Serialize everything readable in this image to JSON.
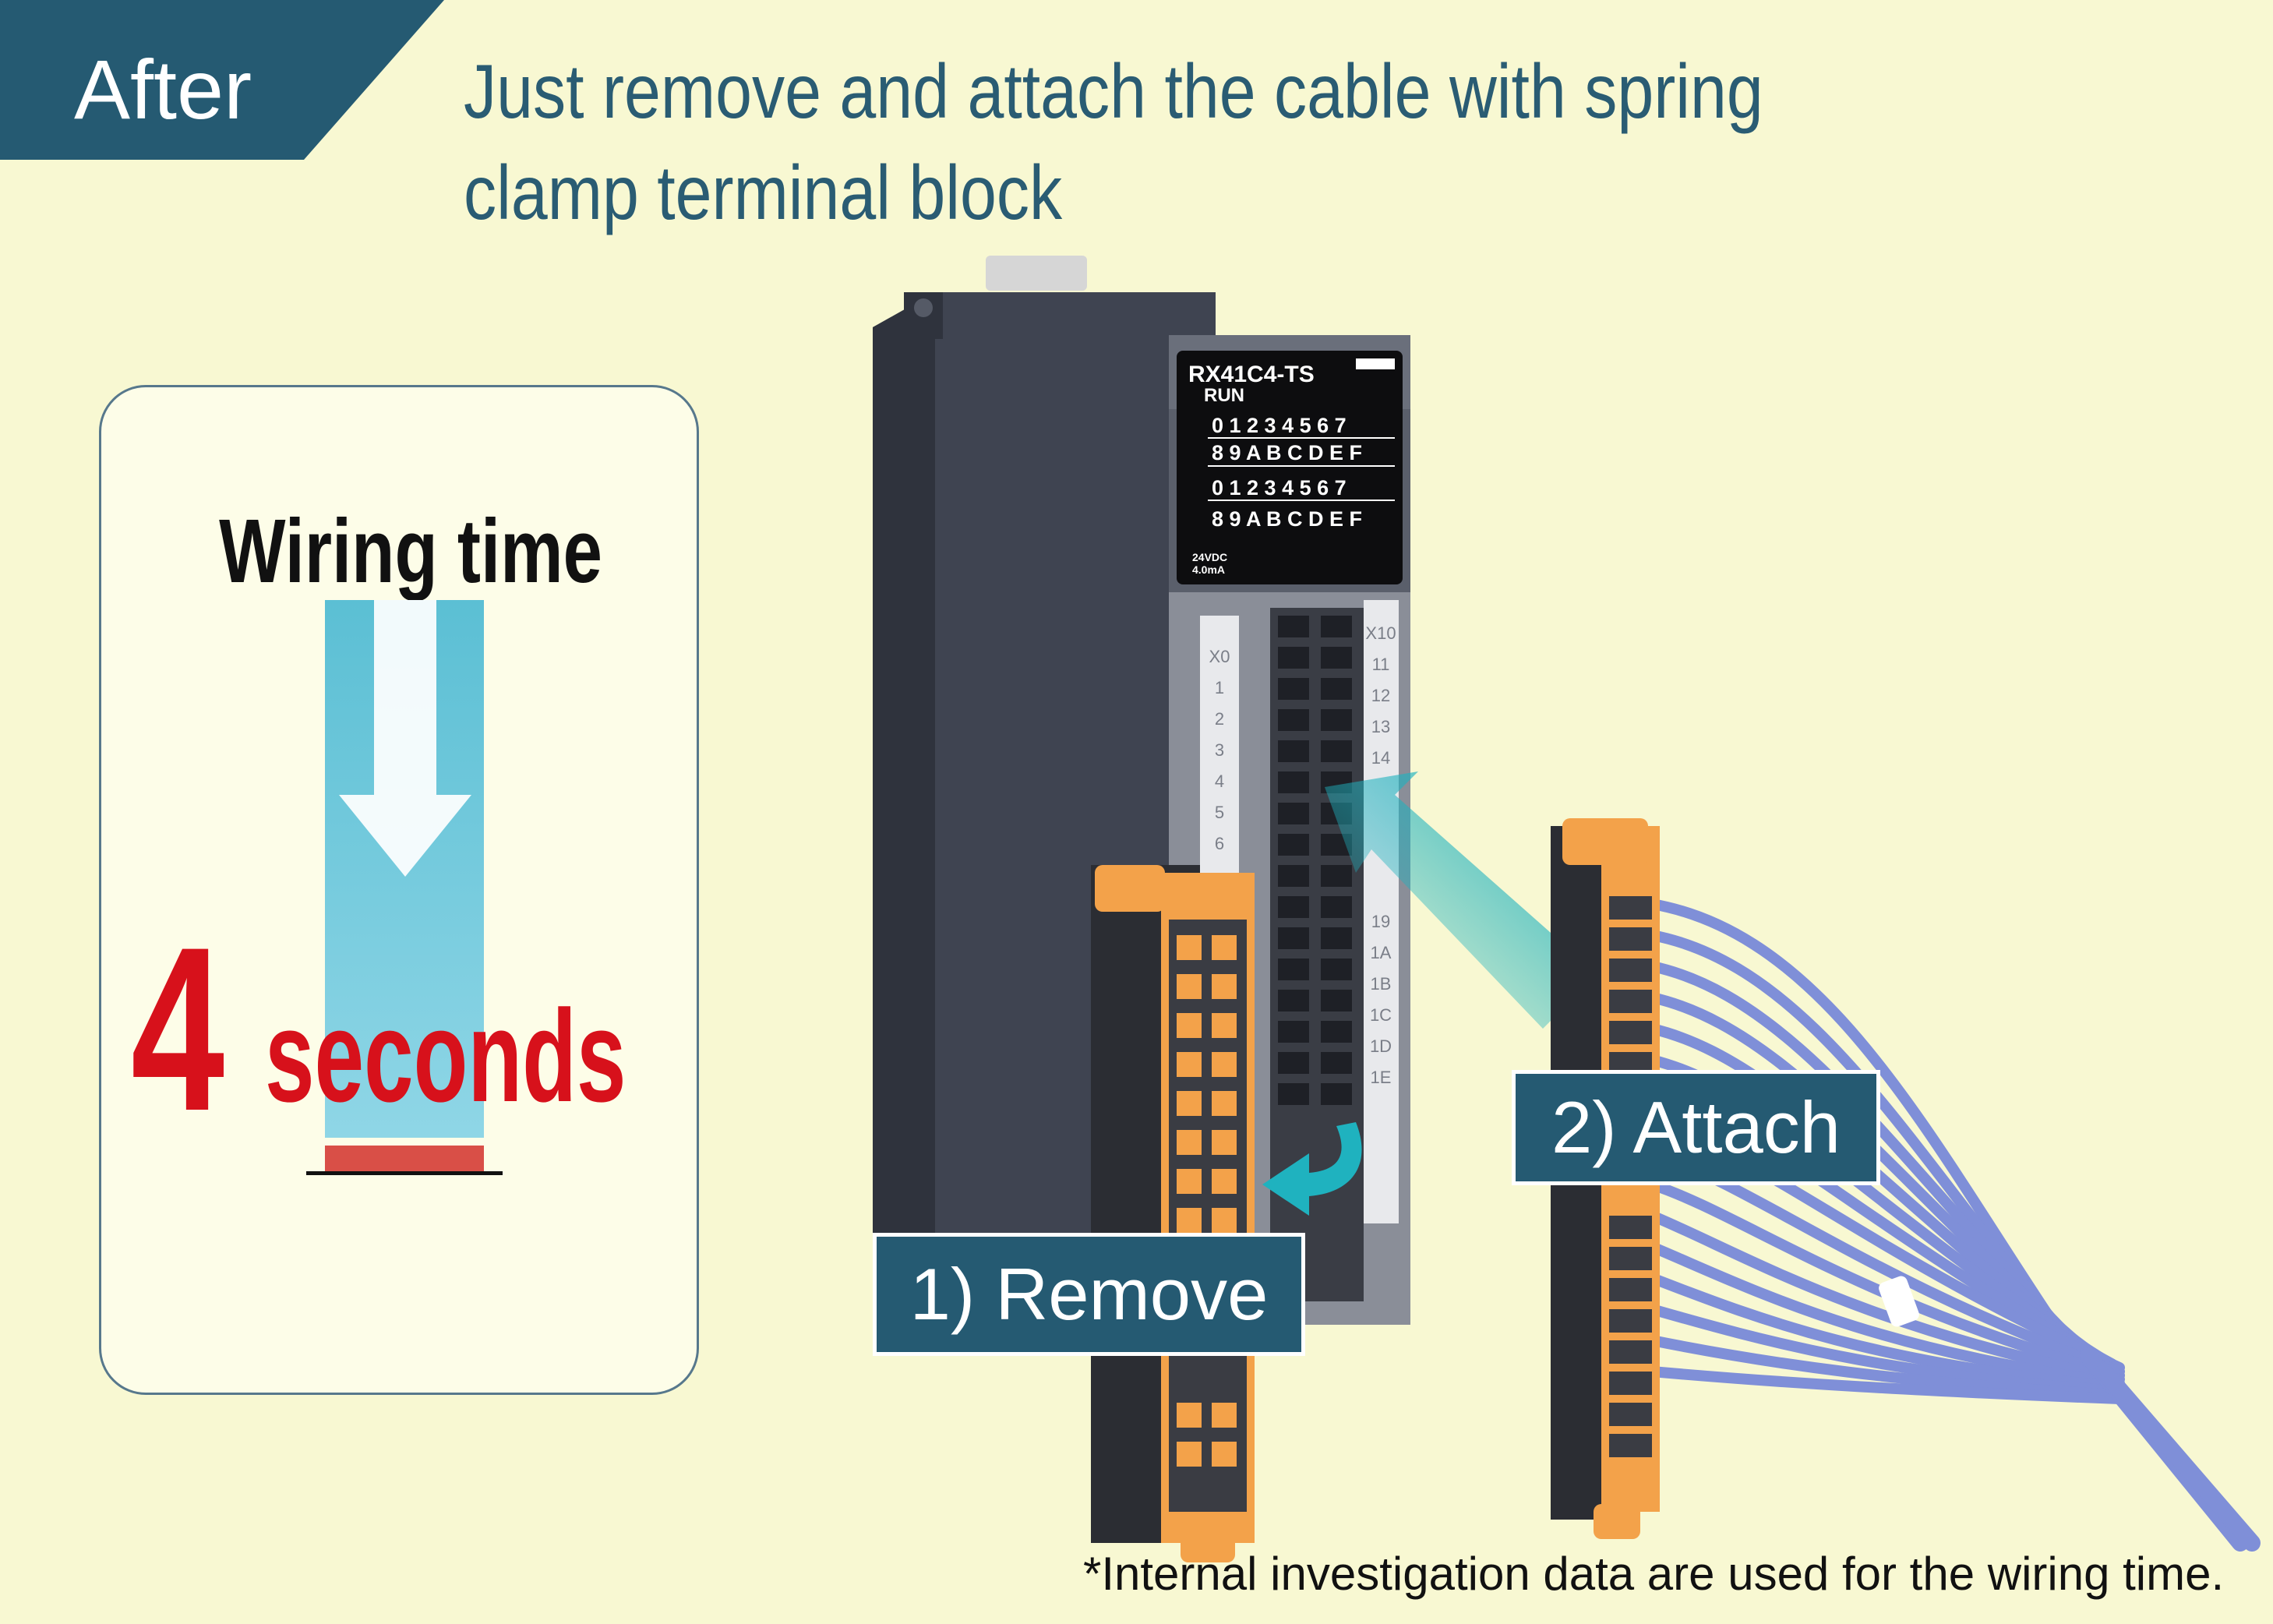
{
  "header": {
    "tag_label": "After",
    "headline_line1": "Just remove and attach the cable with spring",
    "headline_line2": "clamp terminal block"
  },
  "wiring_card": {
    "title": "Wiring time",
    "time_value": "4",
    "time_unit": "seconds"
  },
  "module": {
    "model_name": "RX41C4-TS",
    "run_label": "RUN",
    "led_row1": "0 1 2 3 4 5 6 7",
    "led_row2": "8 9 A B C D E F",
    "led_row3": "0 1 2 3 4 5 6 7",
    "led_row4": "8 9 A B C D E F",
    "rating_line1": "24VDC",
    "rating_line2": "4.0mA",
    "left_terminal_labels": [
      "X0",
      "1",
      "2",
      "3",
      "4",
      "5",
      "6"
    ],
    "right_terminal_labels": [
      "X10",
      "11",
      "12",
      "13",
      "14",
      "19",
      "1A",
      "1B",
      "1C",
      "1D",
      "1E"
    ]
  },
  "steps": {
    "remove_label": "1) Remove",
    "attach_label": "2) Attach"
  },
  "footnote": "*Internal investigation data are used for the wiring time.",
  "colors": {
    "background": "#f8f8d2",
    "tag": "#255a72",
    "headline": "#2a5c73",
    "accent_red": "#d7111b",
    "bar_cyan": "#5bbfd4",
    "arrow_teal": "#1fb2bf",
    "cable_blue": "#7f8fd8",
    "clip_orange": "#f3a24a"
  }
}
